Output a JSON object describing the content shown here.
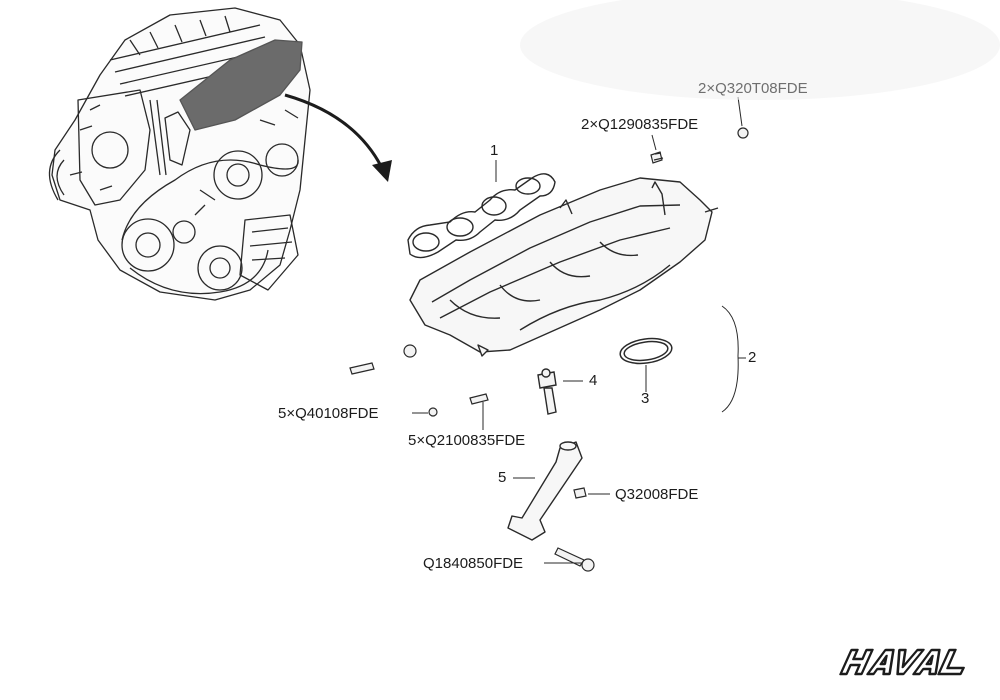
{
  "callouts": {
    "c1": "1",
    "c2": "2",
    "c3": "3",
    "c4": "4",
    "c5": "5"
  },
  "part_numbers": {
    "p_q320t08": "2×Q320T08FDE",
    "p_q1290835": "2×Q1290835FDE",
    "p_q40108": "5×Q40108FDE",
    "p_q2100835": "5×Q2100835FDE",
    "p_q32008": "Q32008FDE",
    "p_q1840850": "Q1840850FDE"
  },
  "brand": {
    "logo_text": "HAVAL"
  },
  "colors": {
    "line": "#2a2a2a",
    "highlight": "#6b6b6b",
    "background": "#ffffff"
  }
}
